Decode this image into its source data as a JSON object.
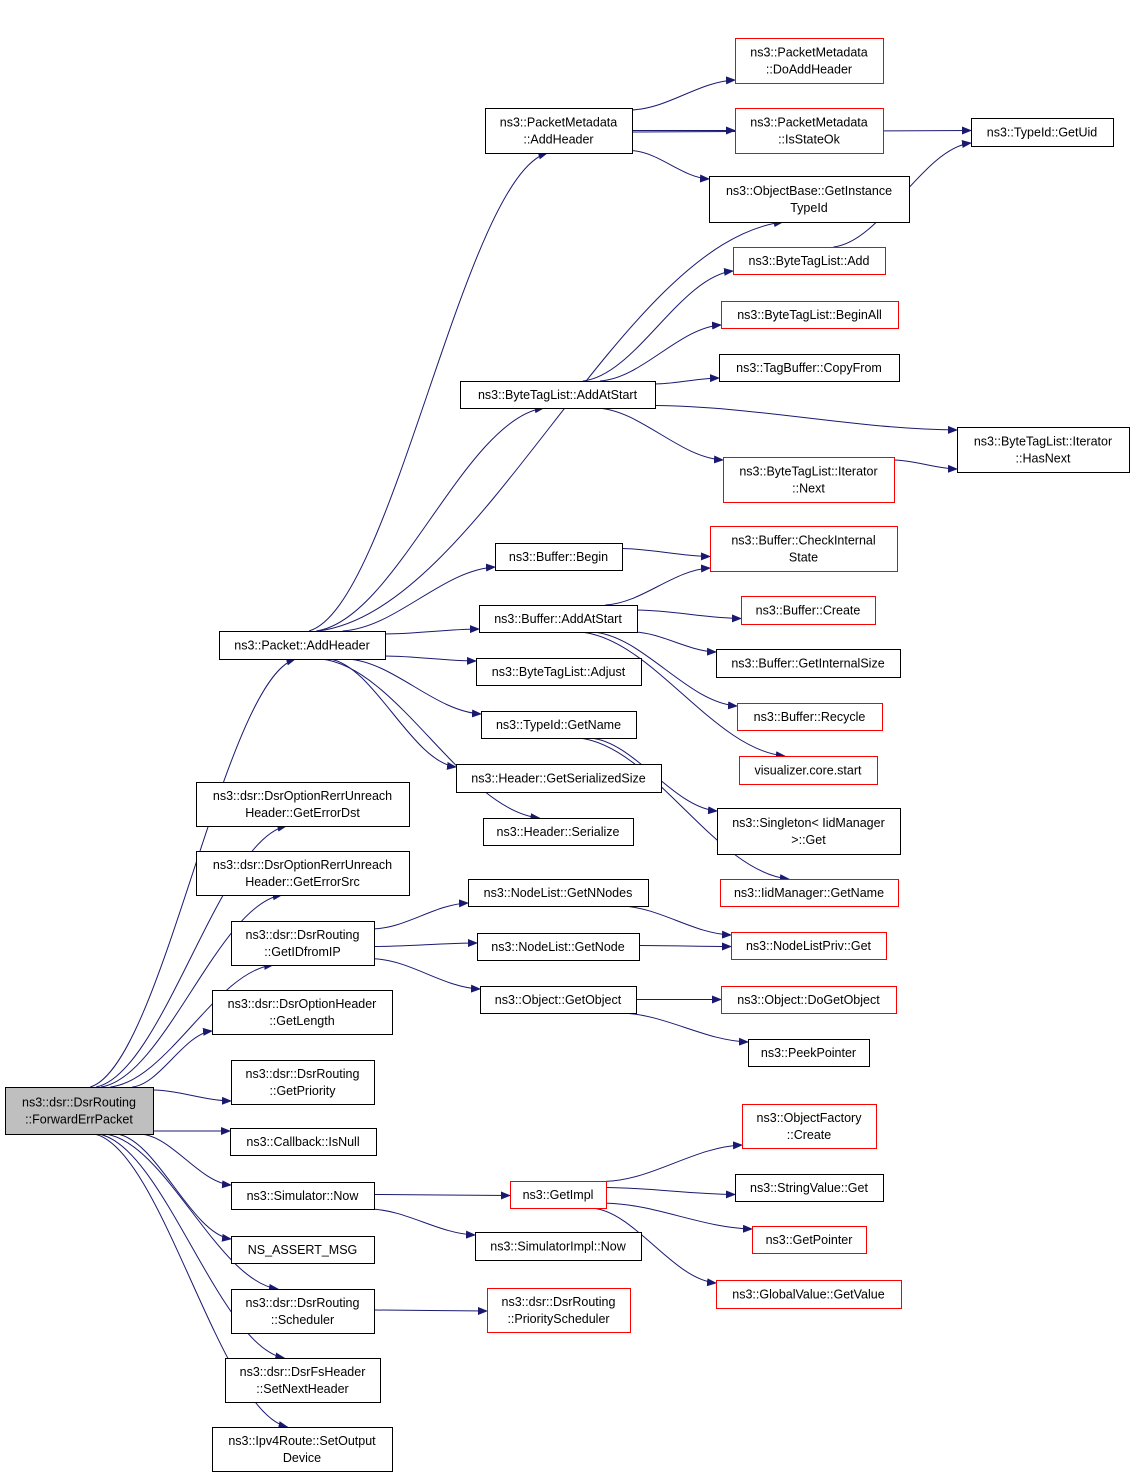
{
  "colors": {
    "edge": "#191970",
    "border_default": "#000000",
    "border_truncated": "#ff0000",
    "root_fill": "#bfbfbf",
    "node_fill": "#ffffff"
  },
  "nodes": [
    {
      "id": "root",
      "lines": [
        "ns3::dsr::DsrRouting",
        "::ForwardErrPacket"
      ],
      "style": "root"
    },
    {
      "id": "packet-addheader",
      "lines": [
        "ns3::Packet::AddHeader"
      ],
      "style": "default"
    },
    {
      "id": "geterrordst",
      "lines": [
        "ns3::dsr::DsrOptionRerrUnreach",
        "Header::GetErrorDst"
      ],
      "style": "default"
    },
    {
      "id": "geterrorsrc",
      "lines": [
        "ns3::dsr::DsrOptionRerrUnreach",
        "Header::GetErrorSrc"
      ],
      "style": "default"
    },
    {
      "id": "getidfromip",
      "lines": [
        "ns3::dsr::DsrRouting",
        "::GetIDfromIP"
      ],
      "style": "default"
    },
    {
      "id": "getlength",
      "lines": [
        "ns3::dsr::DsrOptionHeader",
        "::GetLength"
      ],
      "style": "default"
    },
    {
      "id": "getpriority",
      "lines": [
        "ns3::dsr::DsrRouting",
        "::GetPriority"
      ],
      "style": "default"
    },
    {
      "id": "isnull",
      "lines": [
        "ns3::Callback::IsNull"
      ],
      "style": "default"
    },
    {
      "id": "simulator-now",
      "lines": [
        "ns3::Simulator::Now"
      ],
      "style": "default"
    },
    {
      "id": "ns-assert-msg",
      "lines": [
        "NS_ASSERT_MSG"
      ],
      "style": "default"
    },
    {
      "id": "scheduler",
      "lines": [
        "ns3::dsr::DsrRouting",
        "::Scheduler"
      ],
      "style": "default"
    },
    {
      "id": "setnextheader",
      "lines": [
        "ns3::dsr::DsrFsHeader",
        "::SetNextHeader"
      ],
      "style": "default"
    },
    {
      "id": "setoutputdevice",
      "lines": [
        "ns3::Ipv4Route::SetOutput",
        "Device"
      ],
      "style": "default"
    },
    {
      "id": "pm-addheader",
      "lines": [
        "ns3::PacketMetadata",
        "::AddHeader"
      ],
      "style": "default"
    },
    {
      "id": "btl-addatstart",
      "lines": [
        "ns3::ByteTagList::AddAtStart"
      ],
      "style": "default"
    },
    {
      "id": "buffer-begin",
      "lines": [
        "ns3::Buffer::Begin"
      ],
      "style": "default"
    },
    {
      "id": "buffer-addatstart",
      "lines": [
        "ns3::Buffer::AddAtStart"
      ],
      "style": "default"
    },
    {
      "id": "btl-adjust",
      "lines": [
        "ns3::ByteTagList::Adjust"
      ],
      "style": "default"
    },
    {
      "id": "typeid-getname",
      "lines": [
        "ns3::TypeId::GetName"
      ],
      "style": "default"
    },
    {
      "id": "header-getserializedsize",
      "lines": [
        "ns3::Header::GetSerializedSize"
      ],
      "style": "default"
    },
    {
      "id": "header-serialize",
      "lines": [
        "ns3::Header::Serialize"
      ],
      "style": "default"
    },
    {
      "id": "nodelist-getnnodes",
      "lines": [
        "ns3::NodeList::GetNNodes"
      ],
      "style": "default"
    },
    {
      "id": "nodelist-getnode",
      "lines": [
        "ns3::NodeList::GetNode"
      ],
      "style": "default"
    },
    {
      "id": "object-getobject",
      "lines": [
        "ns3::Object::GetObject"
      ],
      "style": "default"
    },
    {
      "id": "getimpl",
      "lines": [
        "ns3::GetImpl"
      ],
      "style": "truncated"
    },
    {
      "id": "simulatorimpl-now",
      "lines": [
        "ns3::SimulatorImpl::Now"
      ],
      "style": "default"
    },
    {
      "id": "priorityscheduler",
      "lines": [
        "ns3::dsr::DsrRouting",
        "::PriorityScheduler"
      ],
      "style": "truncated"
    },
    {
      "id": "pm-doaddheader",
      "lines": [
        "ns3::PacketMetadata",
        "::DoAddHeader"
      ],
      "style": "truncated"
    },
    {
      "id": "pm-isstateok",
      "lines": [
        "ns3::PacketMetadata",
        "::IsStateOk"
      ],
      "style": "truncated"
    },
    {
      "id": "objectbase-getinstancetypeid",
      "lines": [
        "ns3::ObjectBase::GetInstance",
        "TypeId"
      ],
      "style": "default"
    },
    {
      "id": "btl-add",
      "lines": [
        "ns3::ByteTagList::Add"
      ],
      "style": "truncated"
    },
    {
      "id": "btl-beginall",
      "lines": [
        "ns3::ByteTagList::BeginAll"
      ],
      "style": "truncated"
    },
    {
      "id": "tagbuffer-copyfrom",
      "lines": [
        "ns3::TagBuffer::CopyFrom"
      ],
      "style": "default"
    },
    {
      "id": "btl-iterator-next",
      "lines": [
        "ns3::ByteTagList::Iterator",
        "::Next"
      ],
      "style": "truncated"
    },
    {
      "id": "buffer-checkinternalstate",
      "lines": [
        "ns3::Buffer::CheckInternal",
        "State"
      ],
      "style": "truncated"
    },
    {
      "id": "buffer-create",
      "lines": [
        "ns3::Buffer::Create"
      ],
      "style": "truncated"
    },
    {
      "id": "buffer-getinternalsize",
      "lines": [
        "ns3::Buffer::GetInternalSize"
      ],
      "style": "default"
    },
    {
      "id": "buffer-recycle",
      "lines": [
        "ns3::Buffer::Recycle"
      ],
      "style": "truncated"
    },
    {
      "id": "visualizer-core-start",
      "lines": [
        "visualizer.core.start"
      ],
      "style": "truncated"
    },
    {
      "id": "singleton-get",
      "lines": [
        "ns3::Singleton< IidManager",
        " >::Get"
      ],
      "style": "default"
    },
    {
      "id": "iidmanager-getname",
      "lines": [
        "ns3::IidManager::GetName"
      ],
      "style": "truncated"
    },
    {
      "id": "nodelistpriv-get",
      "lines": [
        "ns3::NodeListPriv::Get"
      ],
      "style": "truncated"
    },
    {
      "id": "object-dogetobject",
      "lines": [
        "ns3::Object::DoGetObject"
      ],
      "style": "truncated"
    },
    {
      "id": "peekpointer",
      "lines": [
        "ns3::PeekPointer"
      ],
      "style": "default"
    },
    {
      "id": "objectfactory-create",
      "lines": [
        "ns3::ObjectFactory",
        "::Create"
      ],
      "style": "truncated"
    },
    {
      "id": "stringvalue-get",
      "lines": [
        "ns3::StringValue::Get"
      ],
      "style": "default"
    },
    {
      "id": "getpointer",
      "lines": [
        "ns3::GetPointer"
      ],
      "style": "truncated"
    },
    {
      "id": "globalvalue-getvalue",
      "lines": [
        "ns3::GlobalValue::GetValue"
      ],
      "style": "truncated"
    },
    {
      "id": "typeid-getuid",
      "lines": [
        "ns3::TypeId::GetUid"
      ],
      "style": "default"
    },
    {
      "id": "btl-iterator-hasnext",
      "lines": [
        "ns3::ByteTagList::Iterator",
        "::HasNext"
      ],
      "style": "default"
    }
  ],
  "edges": [
    [
      "root",
      "packet-addheader"
    ],
    [
      "root",
      "geterrordst"
    ],
    [
      "root",
      "geterrorsrc"
    ],
    [
      "root",
      "getidfromip"
    ],
    [
      "root",
      "getlength"
    ],
    [
      "root",
      "getpriority"
    ],
    [
      "root",
      "isnull"
    ],
    [
      "root",
      "simulator-now"
    ],
    [
      "root",
      "ns-assert-msg"
    ],
    [
      "root",
      "scheduler"
    ],
    [
      "root",
      "setnextheader"
    ],
    [
      "root",
      "setoutputdevice"
    ],
    [
      "packet-addheader",
      "pm-addheader"
    ],
    [
      "packet-addheader",
      "objectbase-getinstancetypeid"
    ],
    [
      "packet-addheader",
      "btl-addatstart"
    ],
    [
      "packet-addheader",
      "buffer-begin"
    ],
    [
      "packet-addheader",
      "buffer-addatstart"
    ],
    [
      "packet-addheader",
      "btl-adjust"
    ],
    [
      "packet-addheader",
      "typeid-getname"
    ],
    [
      "packet-addheader",
      "header-getserializedsize"
    ],
    [
      "packet-addheader",
      "header-serialize"
    ],
    [
      "pm-addheader",
      "typeid-getuid"
    ],
    [
      "pm-addheader",
      "pm-doaddheader"
    ],
    [
      "pm-addheader",
      "pm-isstateok"
    ],
    [
      "pm-addheader",
      "objectbase-getinstancetypeid"
    ],
    [
      "btl-add",
      "typeid-getuid"
    ],
    [
      "btl-addatstart",
      "btl-add"
    ],
    [
      "btl-addatstart",
      "btl-beginall"
    ],
    [
      "btl-addatstart",
      "tagbuffer-copyfrom"
    ],
    [
      "btl-addatstart",
      "btl-iterator-hasnext"
    ],
    [
      "btl-addatstart",
      "btl-iterator-next"
    ],
    [
      "btl-iterator-next",
      "btl-iterator-hasnext"
    ],
    [
      "buffer-begin",
      "buffer-checkinternalstate"
    ],
    [
      "buffer-addatstart",
      "buffer-checkinternalstate"
    ],
    [
      "buffer-addatstart",
      "buffer-create"
    ],
    [
      "buffer-addatstart",
      "buffer-getinternalsize"
    ],
    [
      "buffer-addatstart",
      "buffer-recycle"
    ],
    [
      "buffer-addatstart",
      "visualizer-core-start"
    ],
    [
      "typeid-getname",
      "singleton-get"
    ],
    [
      "typeid-getname",
      "iidmanager-getname"
    ],
    [
      "getidfromip",
      "nodelist-getnnodes"
    ],
    [
      "getidfromip",
      "nodelist-getnode"
    ],
    [
      "getidfromip",
      "object-getobject"
    ],
    [
      "nodelist-getnnodes",
      "nodelistpriv-get"
    ],
    [
      "nodelist-getnode",
      "nodelistpriv-get"
    ],
    [
      "object-getobject",
      "object-dogetobject"
    ],
    [
      "object-getobject",
      "peekpointer"
    ],
    [
      "simulator-now",
      "getimpl"
    ],
    [
      "simulator-now",
      "simulatorimpl-now"
    ],
    [
      "getimpl",
      "objectfactory-create"
    ],
    [
      "getimpl",
      "stringvalue-get"
    ],
    [
      "getimpl",
      "getpointer"
    ],
    [
      "getimpl",
      "globalvalue-getvalue"
    ],
    [
      "scheduler",
      "priorityscheduler"
    ]
  ]
}
